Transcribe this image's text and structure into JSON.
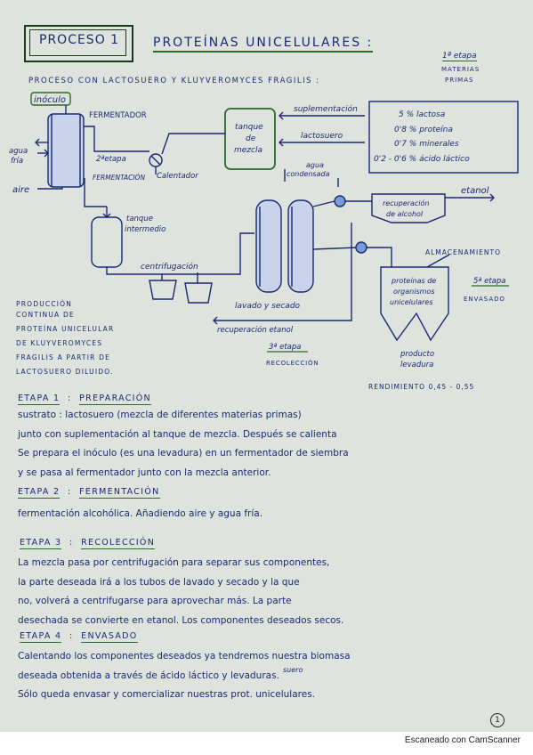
{
  "header": {
    "process_label": "PROCESO 1",
    "title": "PROTEÍNAS UNICELULARES :",
    "stage1_line1": "1ª etapa",
    "stage1_line2": "MATERIAS",
    "stage1_line3": "PRIMAS",
    "subtitle": "PROCESO CON LACTOSUERO Y KLUYVEROMYCES FRAGILIS :"
  },
  "diagram": {
    "inoculo": "inóculo",
    "fermentador": "FERMENTADOR",
    "agua_fria_1": "agua",
    "agua_fria_2": "fría",
    "etapa2_1": "2ªetapa",
    "etapa2_2": "FERMENTACIÓN",
    "calentador": "Calentador",
    "aire": "aire",
    "tanque_mezcla_1": "tanque",
    "tanque_mezcla_2": "de",
    "tanque_mezcla_3": "mezcla",
    "suplementacion": "suplementación",
    "lactosuero": "lactosuero",
    "agua_condensada_1": "agua",
    "agua_condensada_2": "condensada",
    "composition": [
      "5 % lactosa",
      "0'8 % proteína",
      "0'7 % minerales",
      "0'2 - 0'6 % ácido láctico"
    ],
    "recuperacion_alcohol_1": "recuperación",
    "recuperacion_alcohol_2": "de alcohol",
    "etanol": "etanol",
    "tanque_intermedio_1": "tanque",
    "tanque_intermedio_2": "intermedio",
    "centrifugacion": "centrifugación",
    "lavado_secado": "lavado y secado",
    "almacenamiento": "ALMACENAMIENTO",
    "proteinas_box": [
      "proteínas de",
      "organismos",
      "unicelulares"
    ],
    "etapa5_1": "5ª etapa",
    "etapa5_2": "ENVASADO",
    "produccion": [
      "PRODUCCIÓN",
      "CONTINUA DE",
      "PROTEÍNA UNICELULAR",
      "DE KLUYVEROMYCES",
      "FRAGILIS A PARTIR DE",
      "LACTOSUERO DILUIDO."
    ],
    "recuperacion_etanol": "recuperación etanol",
    "etapa3_1": "3ª etapa",
    "etapa3_2": "RECOLECCIÓN",
    "producto_1": "producto",
    "producto_2": "levadura",
    "rendimiento": "RENDIMIENTO 0,45 - 0,55"
  },
  "etapa1": {
    "heading": "ETAPA 1",
    "name": "PREPARACIÓN",
    "lines": [
      "sustrato : lactosuero (mezcla de diferentes materias primas)",
      "junto con suplementación al tanque de mezcla. Después se calienta",
      "Se prepara el inóculo (es una levadura) en un fermentador de siembra",
      "y se pasa al fermentador junto con la mezcla anterior."
    ]
  },
  "etapa2": {
    "heading": "ETAPA 2",
    "name": "FERMENTACIÓN",
    "lines": [
      "fermentación alcohólica. Añadiendo aire y agua fría."
    ]
  },
  "etapa3": {
    "heading": "ETAPA 3",
    "name": "RECOLECCIÓN",
    "lines": [
      "La mezcla pasa por centrifugación para separar sus componentes,",
      "la parte deseada irá a los tubos de lavado y secado y la que",
      "no, volverá a centrifugarse para aprovechar más. La parte",
      "desechada se convierte en etanol. Los componentes deseados secos."
    ]
  },
  "etapa4": {
    "heading": "ETAPA 4",
    "name": "ENVASADO",
    "lines": [
      "Calentando los componentes deseados ya tendremos nuestra biomasa",
      "deseada obtenida a través de ácido láctico y levaduras.",
      "Sólo queda envasar y comercializar nuestras prot. unicelulares."
    ],
    "correction": "suero"
  },
  "page_number": "1",
  "footer": "Escaneado con CamScanner"
}
